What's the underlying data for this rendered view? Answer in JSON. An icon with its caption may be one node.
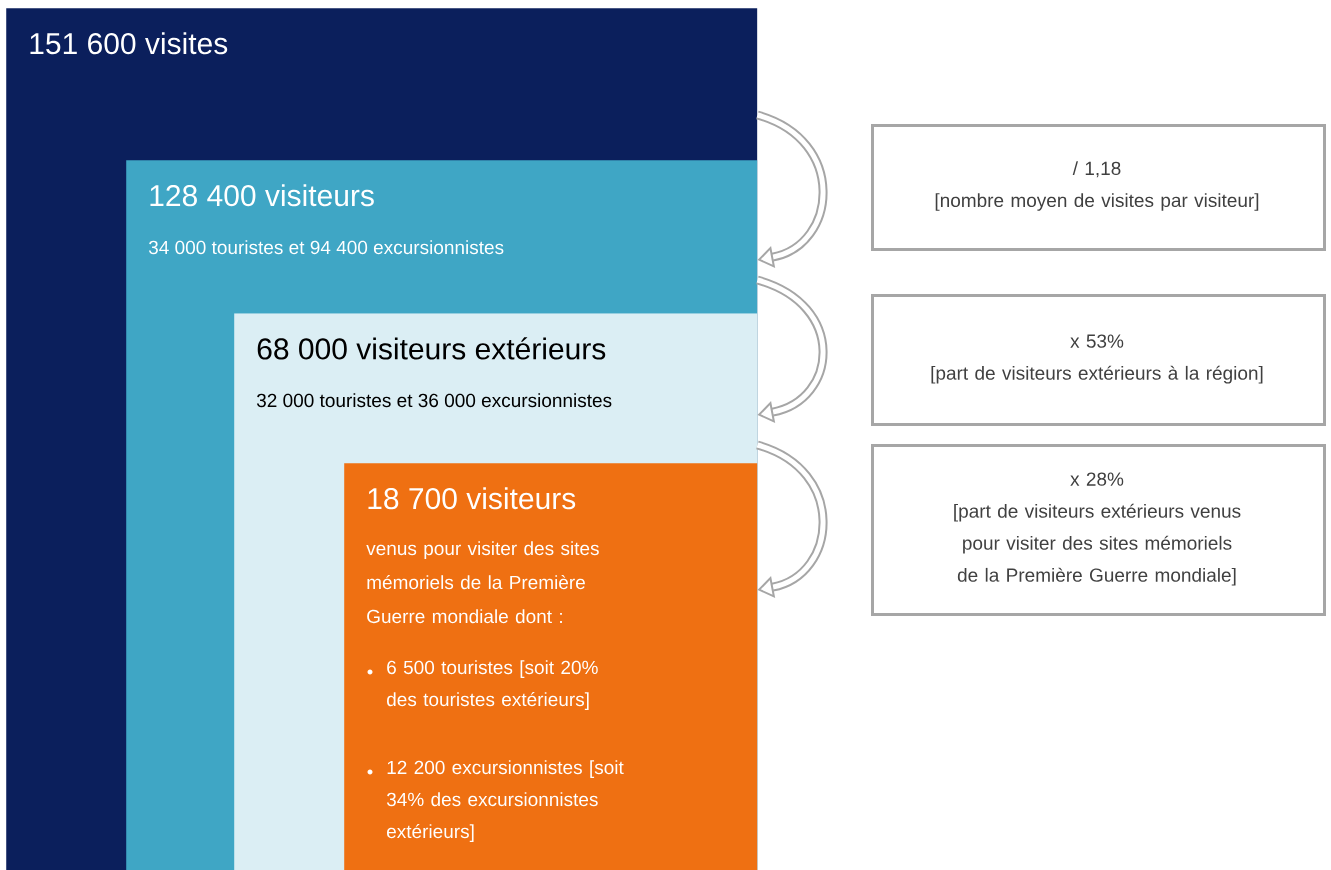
{
  "diagram": {
    "nodes": [
      {
        "text": [
          "151 600 visites"
        ]
      },
      {
        "text": [
          "128 400 visiteurs",
          "34 000 touristes et 94 400 excursionnistes"
        ],
        "in": 0
      },
      {
        "text": [
          "68 000 visiteurs extérieurs",
          "32 000 touristes et 36 000 excursionnistes"
        ],
        "in": 1
      },
      {
        "text": [
          "18 700 visiteurs",
          "venus pour visiter des sites mémoriels de la Première Guerre mondiale dont :",
          "6 500 touristes [soit 20% des touristes extérieurs]",
          "12 200 excursionnistes [soit 34% des excursionnistes extérieurs]"
        ],
        "in": 2
      },
      {
        "text": [
          "/ 1,18",
          "[nombre moyen de visites par visiteur]"
        ]
      },
      {
        "text": [
          "x 53%",
          "[part de visiteurs extérieurs à la région]"
        ]
      },
      {
        "text": [
          "x 28%",
          "[part de visiteurs extérieurs venus pour visiter des sites mémoriels de la Première Guerre mondiale]"
        ]
      }
    ],
    "edges": [
      {
        "from": 0,
        "to": 1,
        "arrow": "to"
      },
      {
        "from": 1,
        "to": 2,
        "arrow": "to"
      },
      {
        "from": 2,
        "to": 3,
        "arrow": "to"
      }
    ]
  }
}
